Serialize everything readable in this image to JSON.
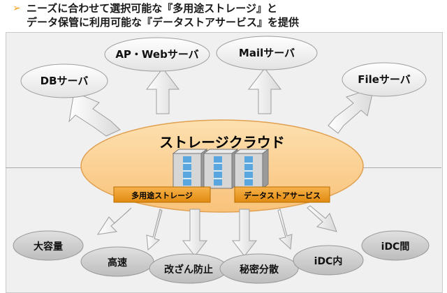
{
  "header": {
    "bullet": "➢",
    "line1": "ニーズに合わせて選択可能な『多用途ストレージ』と",
    "line2": "データ保管に利用可能な『データストアサービス』を提供"
  },
  "center": {
    "title": "ストレージクラウド",
    "tag_left": "多用途ストレージ",
    "tag_right": "データストアサービス"
  },
  "servers": [
    "DBサーバ",
    "AP・Webサーバ",
    "Mailサーバ",
    "Fileサーバ"
  ],
  "features": [
    "大容量",
    "高速",
    "改ざん防止",
    "秘密分散",
    "iDC内",
    "iDC間"
  ],
  "colors": {
    "cloud": "#fcd59a",
    "tag": "#f5a623",
    "server_ellipse": "#e8e8e8",
    "feature_ellipse": "#c8c8c8",
    "arrow": "#e6e6e6"
  }
}
